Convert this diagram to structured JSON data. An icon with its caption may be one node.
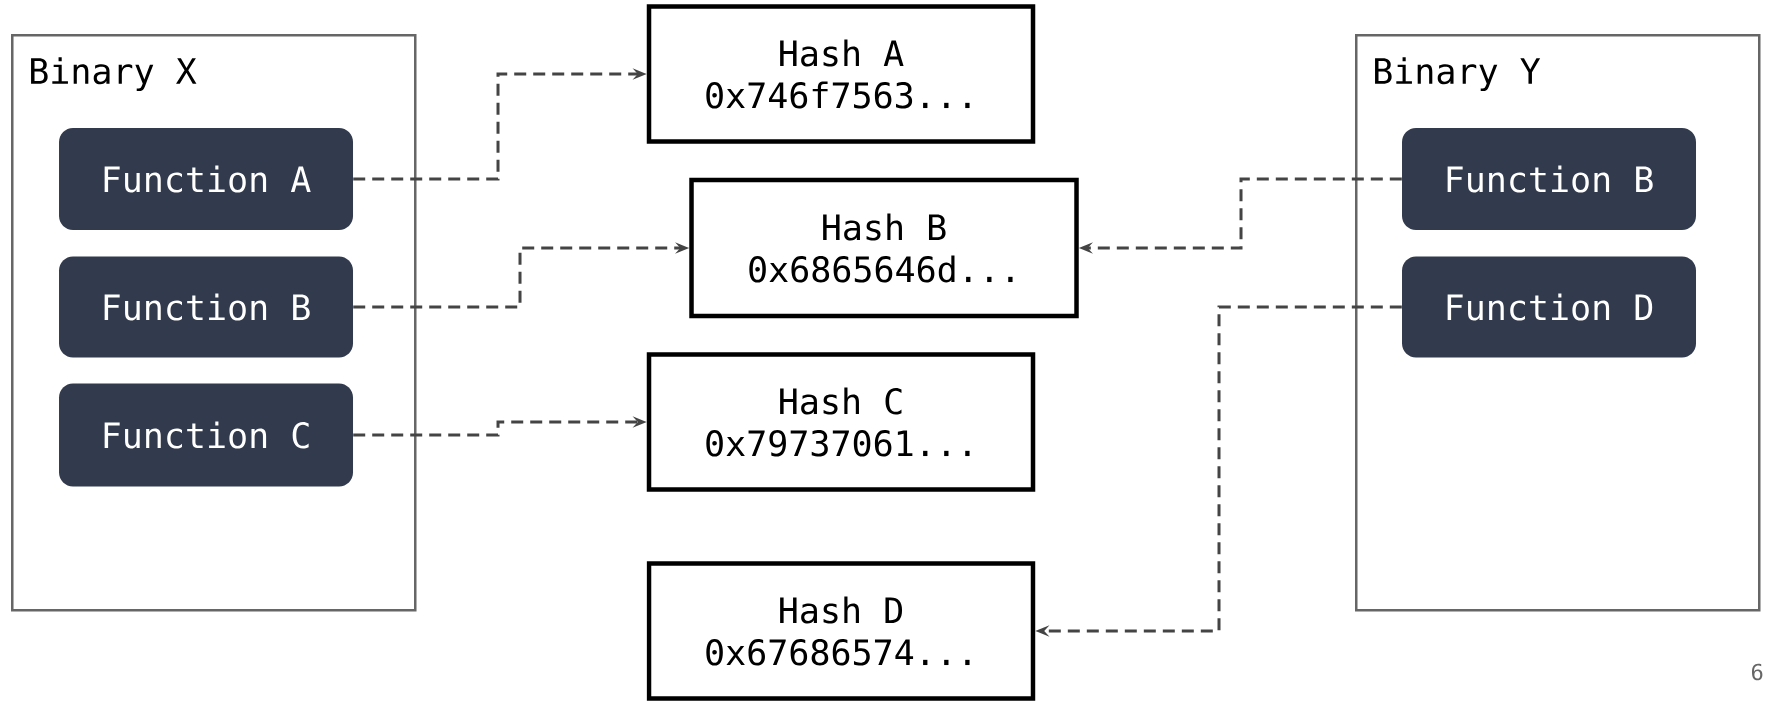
{
  "diagram": {
    "nodes": [
      {
        "text": [
          "Binary X"
        ]
      },
      {
        "text": [
          "Function A"
        ],
        "in": 0
      },
      {
        "text": [
          "Function B"
        ],
        "in": 0
      },
      {
        "text": [
          "Function C"
        ],
        "in": 0
      },
      {
        "text": [
          "Hash A",
          "0x746f7563..."
        ]
      },
      {
        "text": [
          "Hash B",
          "0x6865646d..."
        ]
      },
      {
        "text": [
          "Hash C",
          "0x79737061..."
        ]
      },
      {
        "text": [
          "Hash D",
          "0x67686574..."
        ]
      },
      {
        "text": [
          "Binary Y"
        ]
      },
      {
        "text": [
          "Function B"
        ],
        "in": 8
      },
      {
        "text": [
          "Function D"
        ],
        "in": 8
      }
    ],
    "edges": [
      {
        "from": 1,
        "to": 4,
        "arrow": "to",
        "style": "dashed"
      },
      {
        "from": 2,
        "to": 5,
        "arrow": "to",
        "style": "dashed"
      },
      {
        "from": 3,
        "to": 6,
        "arrow": "to",
        "style": "dashed"
      },
      {
        "from": 9,
        "to": 5,
        "arrow": "to",
        "style": "dashed"
      },
      {
        "from": 10,
        "to": 7,
        "arrow": "to",
        "style": "dashed"
      }
    ],
    "labels": [
      "6"
    ]
  }
}
